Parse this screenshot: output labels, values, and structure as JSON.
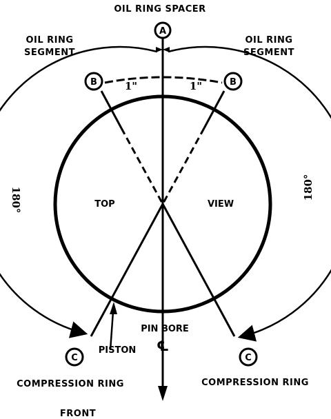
{
  "labels": {
    "oil_ring_spacer": "OIL RING SPACER",
    "oil_ring_segment_left_1": "OIL RING",
    "oil_ring_segment_left_2": "SEGMENT",
    "oil_ring_segment_right_1": "OIL RING",
    "oil_ring_segment_right_2": "SEGMENT",
    "top": "TOP",
    "view": "VIEW",
    "pin_bore": "PIN BORE",
    "centerline": "℄",
    "piston": "PISTON",
    "compression_ring_left": "COMPRESSION RING",
    "compression_ring_right": "COMPRESSION RING",
    "front": "FRONT"
  },
  "markers": {
    "a": "A",
    "b_left": "B",
    "b_right": "B",
    "c_left": "C",
    "c_right": "C"
  },
  "angles": {
    "left_small": "1\"",
    "right_small": "1\"",
    "left_large": "180°",
    "right_large": "180°"
  }
}
